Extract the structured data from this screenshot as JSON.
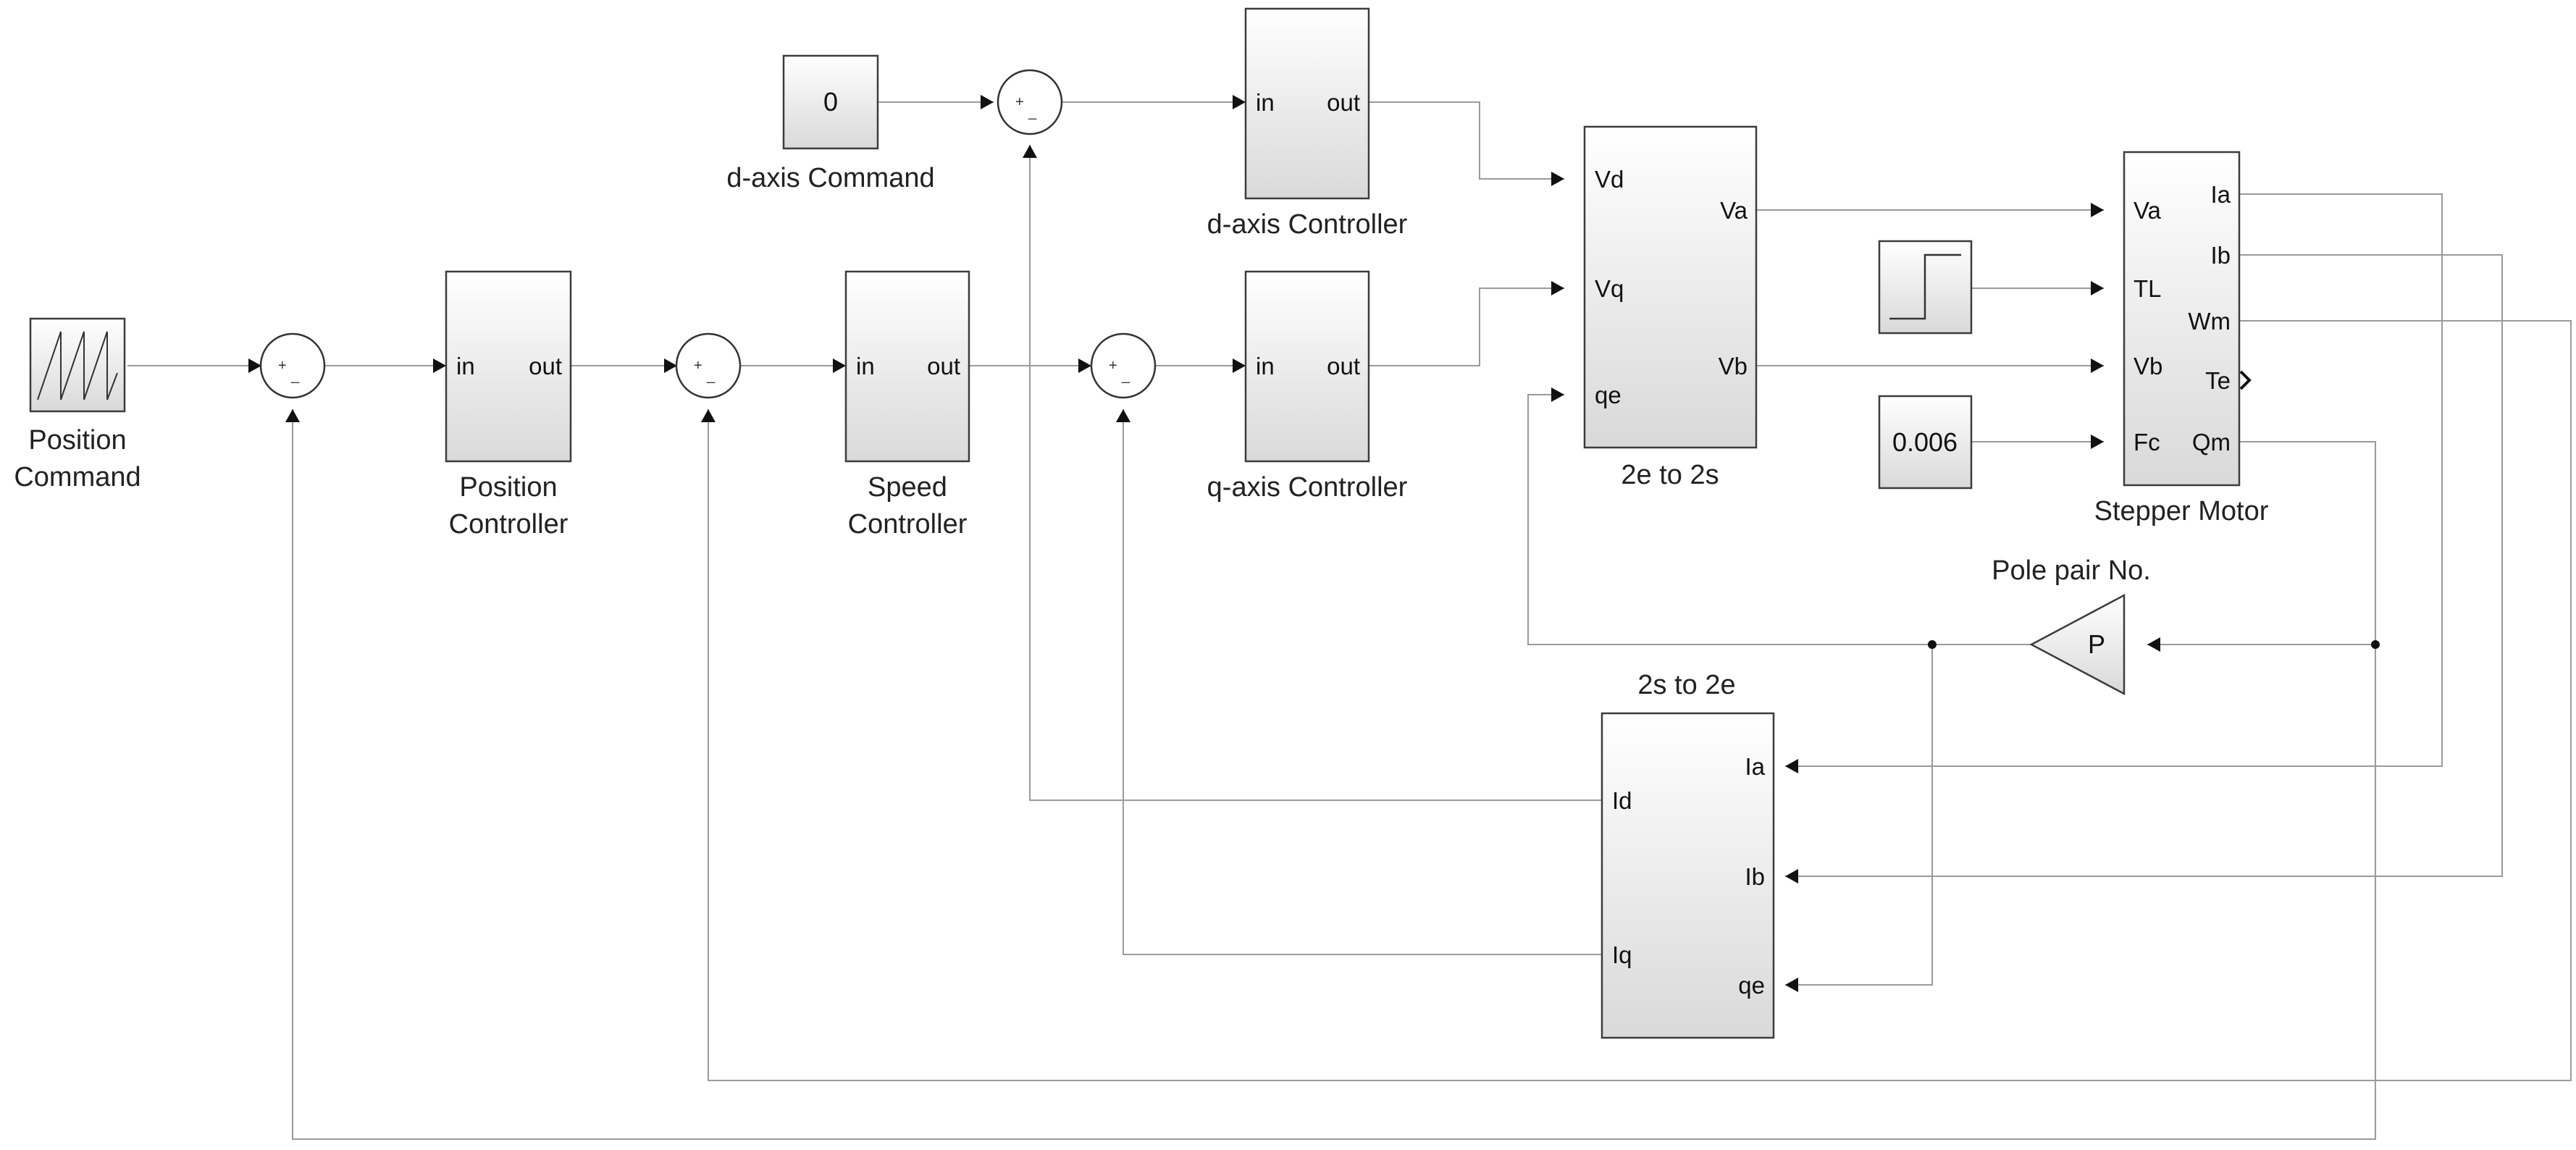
{
  "blocks": {
    "position_command": {
      "label_line1": "Position",
      "label_line2": "Command"
    },
    "position_controller": {
      "label_line1": "Position",
      "label_line2": "Controller",
      "in": "in",
      "out": "out"
    },
    "speed_controller": {
      "label_line1": "Speed",
      "label_line2": "Controller",
      "in": "in",
      "out": "out"
    },
    "d_axis_command": {
      "value": "0",
      "label": "d-axis Command"
    },
    "d_axis_controller": {
      "label": "d-axis Controller",
      "in": "in",
      "out": "out"
    },
    "q_axis_controller": {
      "label": "q-axis Controller",
      "in": "in",
      "out": "out"
    },
    "two_e_to_two_s": {
      "label": "2e to 2s",
      "ports_in": [
        "Vd",
        "Vq",
        "qe"
      ],
      "ports_out": [
        "Va",
        "Vb"
      ]
    },
    "fc_constant": {
      "value": "0.006"
    },
    "stepper_motor": {
      "label": "Stepper Motor",
      "ports_in": [
        "Va",
        "TL",
        "Vb",
        "Fc"
      ],
      "ports_out": [
        "Ia",
        "Ib",
        "Wm",
        "Te",
        "Qm"
      ]
    },
    "pole_pair_gain": {
      "value": "P",
      "label": "Pole pair No."
    },
    "two_s_to_two_e": {
      "label": "2s to 2e",
      "ports_in": [
        "Ia",
        "Ib",
        "qe"
      ],
      "ports_out": [
        "Id",
        "Iq"
      ]
    }
  },
  "sum_signs": {
    "plus": "+",
    "minus": "_"
  },
  "colors": {
    "signal_line": "#9a9a9a",
    "block_border": "#3c3c3c",
    "block_fill_top": "#ffffff",
    "block_fill_bottom": "#d9d9d9",
    "arrow": "#111111"
  }
}
